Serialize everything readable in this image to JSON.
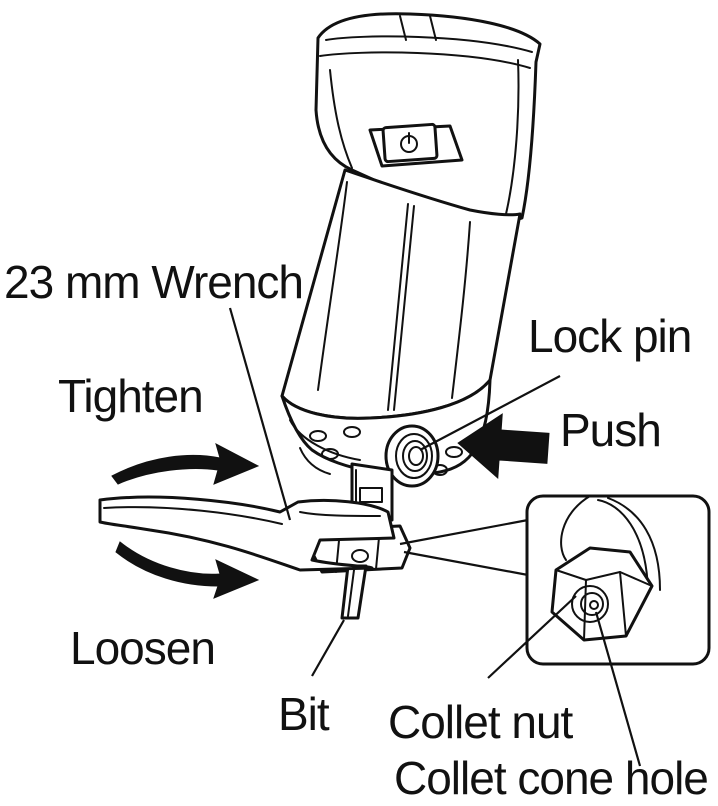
{
  "labels": {
    "wrench": "23 mm Wrench",
    "lock_pin": "Lock pin",
    "tighten": "Tighten",
    "push": "Push",
    "loosen": "Loosen",
    "bit": "Bit",
    "collet_nut": "Collet nut",
    "collet_cone_hole": "Collet cone hole"
  },
  "colors": {
    "line": "#111111",
    "background": "#ffffff",
    "arrow_fill": "#111111"
  },
  "icons": [
    "power-icon"
  ]
}
